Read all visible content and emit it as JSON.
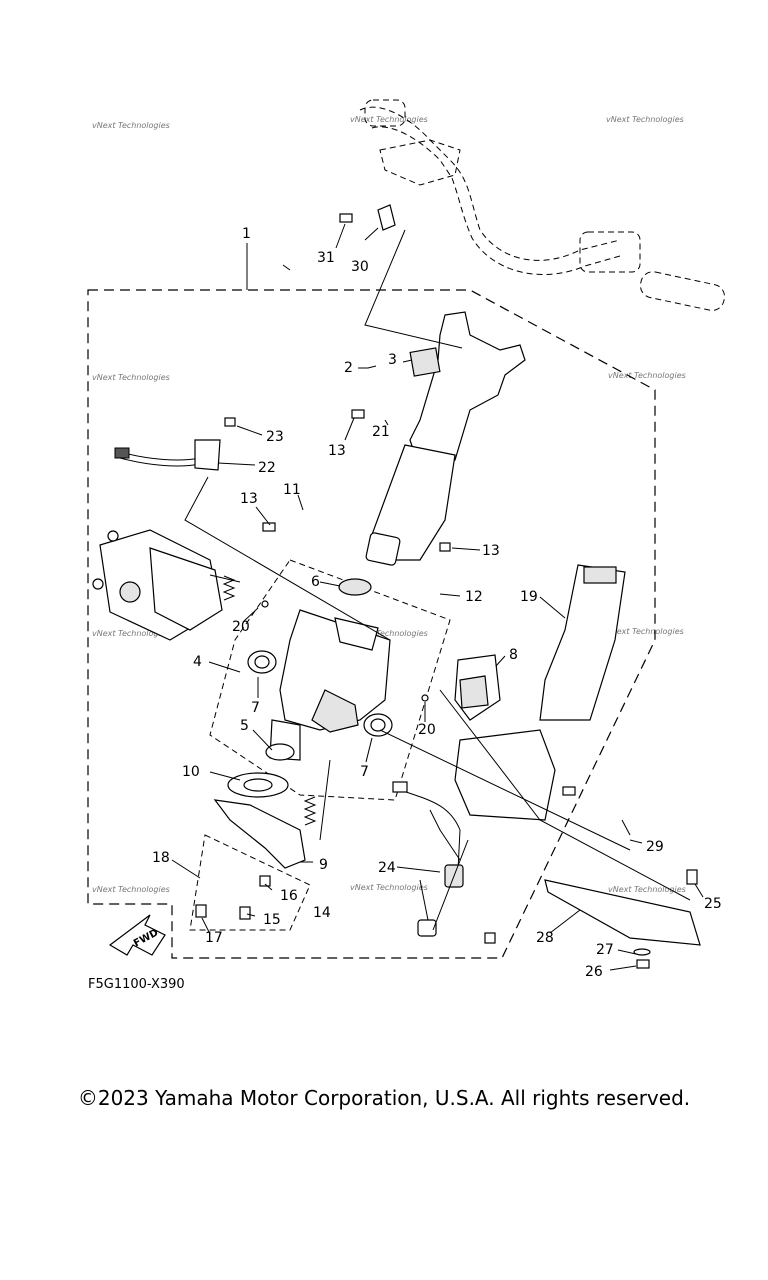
{
  "diagram": {
    "figure_code": "F5G1100-X390",
    "fwd_label": "FWD",
    "watermark": "vNext Technologies",
    "part_labels": {
      "p1": "1",
      "p2": "2",
      "p3": "3",
      "p4": "4",
      "p5": "5",
      "p6": "6",
      "p7a": "7",
      "p7b": "7",
      "p8": "8",
      "p9": "9",
      "p10": "10",
      "p11": "11",
      "p12": "12",
      "p13a": "13",
      "p13b": "13",
      "p13c": "13",
      "p14": "14",
      "p15": "15",
      "p16": "16",
      "p17": "17",
      "p18": "18",
      "p19": "19",
      "p20a": "20",
      "p20b": "20",
      "p21": "21",
      "p22": "22",
      "p23": "23",
      "p24": "24",
      "p25": "25",
      "p26": "26",
      "p27": "27",
      "p28": "28",
      "p29": "29",
      "p30": "30",
      "p31": "31"
    }
  },
  "footer": {
    "copyright": "©2023 Yamaha Motor Corporation, U.S.A. All rights reserved."
  }
}
